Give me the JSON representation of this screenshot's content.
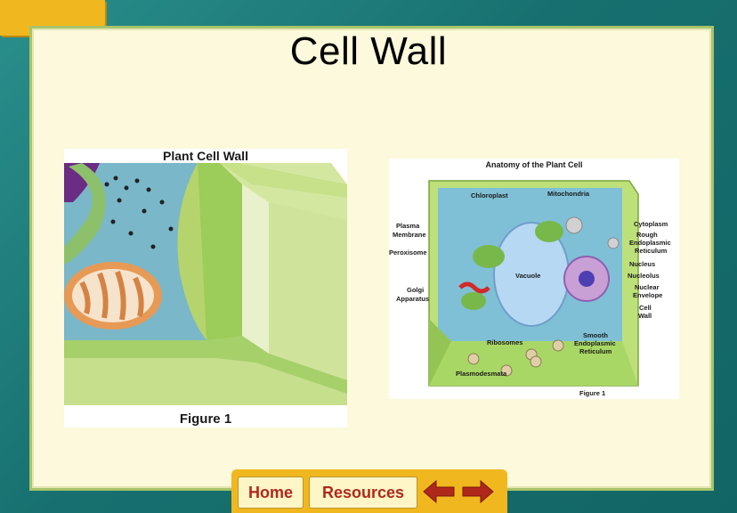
{
  "slide": {
    "title": "Cell Wall"
  },
  "figure_left": {
    "heading": "Plant Cell Wall",
    "caption": "Figure 1"
  },
  "figure_right": {
    "heading": "Anatomy of the Plant Cell",
    "caption": "Figure 1",
    "labels": {
      "chloroplast": "Chloroplast",
      "mitochondria": "Mitochondria",
      "plasma1": "Plasma",
      "plasma2": "Membrane",
      "peroxisome": "Peroxisome",
      "golgi1": "Golgi",
      "golgi2": "Apparatus",
      "vacuole": "Vacuole",
      "cytoplasm": "Cytoplasm",
      "rough1": "Rough",
      "rough2": "Endoplasmic",
      "rough3": "Reticulum",
      "nucleus": "Nucleus",
      "nucleolus": "Nucleolus",
      "envelope1": "Nuclear",
      "envelope2": "Envelope",
      "wall1": "Cell",
      "wall2": "Wall",
      "ribosomes": "Ribosomes",
      "smooth1": "Smooth",
      "smooth2": "Endoplasmic",
      "smooth3": "Reticulum",
      "plasmodesmata": "Plasmodesmata"
    }
  },
  "nav": {
    "home": "Home",
    "resources": "Resources",
    "back_icon": "arrow-left-icon",
    "forward_icon": "arrow-right-icon",
    "colors": {
      "bar": "#f0b81e",
      "text": "#b0281c"
    }
  }
}
